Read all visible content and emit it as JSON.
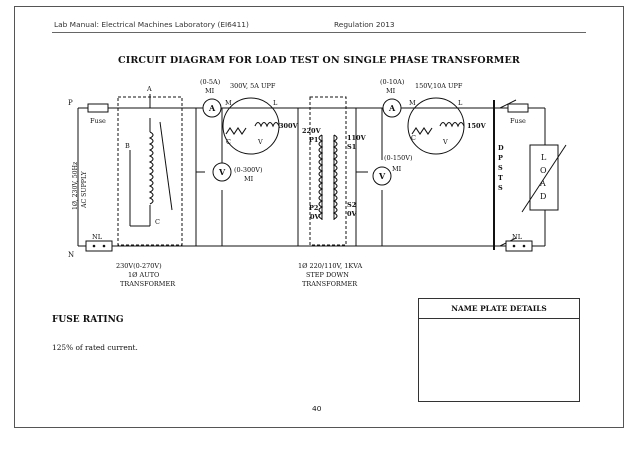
{
  "header": {
    "left": "Lab Manual: Electrical Machines Laboratory (EI6411)",
    "right": "Regulation 2013"
  },
  "title": "CIRCUIT DIAGRAM FOR LOAD TEST ON SINGLE PHASE TRANSFORMER",
  "diagram": {
    "supply": {
      "p": "P",
      "n": "N",
      "label1": "1Ø, 230V, 50Hz",
      "label2": "AC SUPPLY"
    },
    "fuse_left": "Fuse",
    "fuse_right": "Fuse",
    "nl_left": "NL",
    "nl_right": "NL",
    "auto": {
      "a": "A",
      "b": "B",
      "c": "C",
      "rating": "230V(0-270V)",
      "type1": "1Ø AUTO",
      "type2": "TRANSFORMER"
    },
    "ammeter1": {
      "symbol": "A",
      "range": "(0-5A)",
      "kind": "MI"
    },
    "wattmeter1": {
      "rating": "300V, 5A UPF",
      "m": "M",
      "l": "L",
      "c": "C",
      "v": "V",
      "volt": "300V"
    },
    "voltmeter1": {
      "symbol": "V",
      "range": "(0-300V)",
      "kind": "MI"
    },
    "transformer": {
      "pri_v": "220V",
      "p1": "P1",
      "p2": "P2",
      "zero_p": "0V",
      "sec_v": "110V",
      "s1": "S1",
      "s2": "S2",
      "zero_s": "0V",
      "rating": "1Ø 220/110V, 1KVA",
      "type1": "STEP DOWN",
      "type2": "TRANSFORMER"
    },
    "ammeter2": {
      "symbol": "A",
      "range": "(0-10A)",
      "kind": "MI"
    },
    "wattmeter2": {
      "rating": "150V,10A UPF",
      "m": "M",
      "l": "L",
      "c": "C",
      "v": "V",
      "volt": "150V"
    },
    "voltmeter2": {
      "symbol": "V",
      "range": "(0-150V)",
      "kind": "MI"
    },
    "dpst": [
      "D",
      "P",
      "S",
      "T",
      "S"
    ],
    "load": [
      "L",
      "O",
      "A",
      "D"
    ]
  },
  "fuse_rating": {
    "title": "FUSE RATING",
    "text": "125% of rated current."
  },
  "nameplate": {
    "title": "NAME PLATE DETAILS"
  },
  "page_number": "40"
}
